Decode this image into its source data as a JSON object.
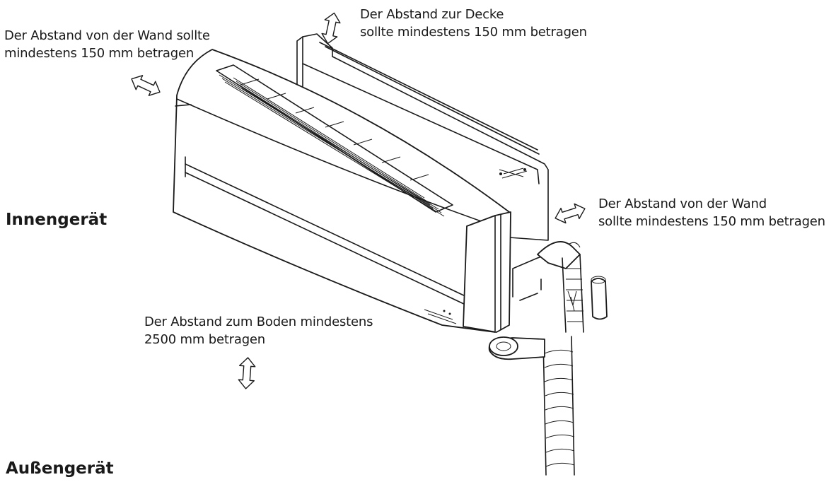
{
  "labels": {
    "wall_left": {
      "line1": "Der Abstand von der Wand sollte",
      "line2": "mindestens 150 mm betragen"
    },
    "ceiling": {
      "line1": "Der Abstand zur Decke",
      "line2": "sollte mindestens 150 mm betragen"
    },
    "wall_right": {
      "line1": "Der Abstand von der Wand",
      "line2": "sollte mindestens 150 mm betragen"
    },
    "floor": {
      "line1": "Der Abstand zum Boden mindestens",
      "line2": "2500 mm betragen"
    }
  },
  "headings": {
    "indoor": "Innengerät",
    "outdoor": "Außengerät"
  },
  "icons": [
    "double-arrow-icon"
  ]
}
